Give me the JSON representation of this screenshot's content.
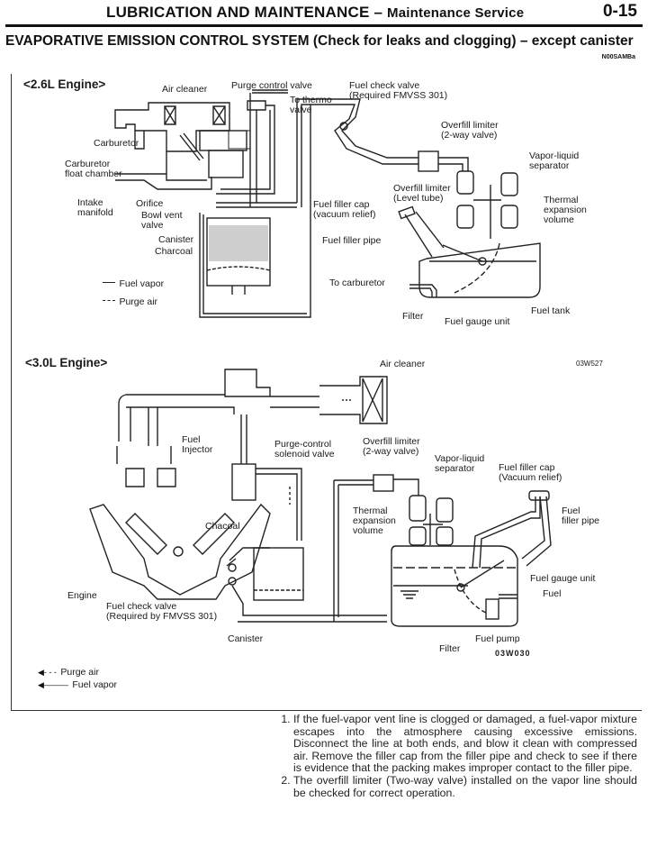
{
  "header": {
    "title": "LUBRICATION AND MAINTENANCE",
    "separator": "–",
    "subtitle": "Maintenance Service",
    "page_number": "0-15"
  },
  "section": {
    "title": "EVAPORATIVE EMISSION CONTROL SYSTEM (Check for leaks and clogging) – except canister",
    "code": "N00SAMBa"
  },
  "figure_2_6": {
    "heading": "<2.6L Engine>",
    "labels": {
      "air_cleaner": "Air cleaner",
      "purge_control_valve": "Purge control valve",
      "to_thermo_valve": "To thermo\nvalve",
      "fuel_check_valve": "Fuel check valve\n(Required FMVSS 301)",
      "overfill_limiter_2way": "Overfill limiter\n(2-way valve)",
      "vapor_liquid_separator": "Vapor-liquid\nseparator",
      "carburetor": "Carburetor",
      "carburetor_float_chamber": "Carburetor\nfloat chamber",
      "intake_manifold": "Intake\nmanifold",
      "orifice": "Orifice",
      "bowl_vent_valve": "Bowl vent\nvalve",
      "overfill_limiter_level": "Overfill limiter\n(Level tube)",
      "fuel_filler_cap": "Fuel filler cap\n(vacuum relief)",
      "thermal_expansion_volume": "Thermal\nexpansion\nvolume",
      "fuel_filler_pipe": "Fuel filler pipe",
      "canister": "Canister",
      "charcoal": "Charcoal",
      "to_carburetor": "To carburetor",
      "filter": "Filter",
      "fuel_gauge_unit": "Fuel gauge unit",
      "fuel_tank": "Fuel tank"
    },
    "legend": [
      {
        "style": "solid",
        "label": "Fuel vapor"
      },
      {
        "style": "dash-dot",
        "label": "Purge air"
      }
    ],
    "figure_code": "03W527"
  },
  "figure_3_0": {
    "heading": "<3.0L Engine>",
    "labels": {
      "air_cleaner": "Air cleaner",
      "fuel_injector": "Fuel\nInjector",
      "purge_control_solenoid_valve": "Purge-control\nsolenoid valve",
      "overfill_limiter_2way": "Overfill limiter\n(2-way valve)",
      "vapor_liquid_separator": "Vapor-liquid\nseparator",
      "fuel_filler_cap": "Fuel filler cap\n(Vacuum relief)",
      "fuel_filler_pipe": "Fuel\nfiller pipe",
      "thermal_expansion_volume": "Thermal\nexpansion\nvolume",
      "chacoal": "Chacoal",
      "fuel_gauge_unit": "Fuel gauge unit",
      "fuel": "Fuel",
      "engine": "Engine",
      "fuel_check_valve": "Fuel check valve\n(Required by FMVSS 301)",
      "canister": "Canister",
      "filter": "Filter",
      "fuel_pump": "Fuel pump"
    },
    "legend": [
      {
        "style": "dashed-arrow",
        "label": "Purge air"
      },
      {
        "style": "solid-arrow",
        "label": "Fuel vapor"
      }
    ],
    "figure_code": "03W030"
  },
  "notes": [
    "If the fuel-vapor vent line is clogged or damaged, a fuel-vapor mixture escapes into the atmosphere causing excessive emissions. Disconnect the line at both ends, and blow it clean with compressed air. Remove the filler cap from the filler pipe and check to see if there is evidence that the packing makes improper contact to the filler pipe.",
    "The overfill limiter (Two-way valve) installed on the vapor line should be checked for correct operation."
  ]
}
